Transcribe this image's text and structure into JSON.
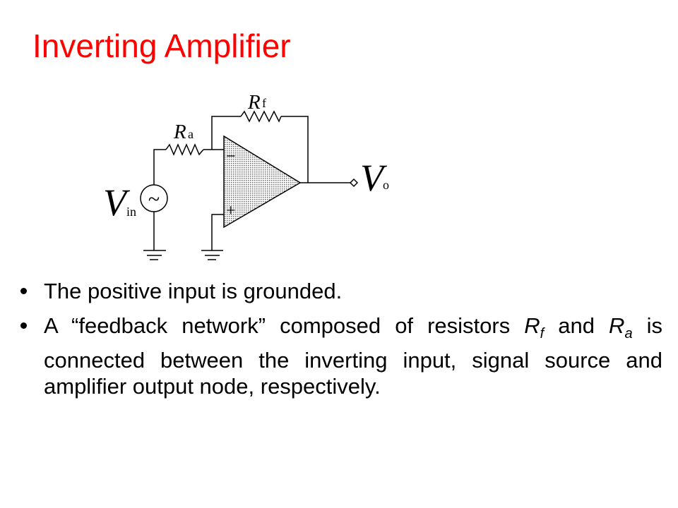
{
  "slide": {
    "title": "Inverting Amplifier",
    "title_color": "#ff0000"
  },
  "circuit": {
    "rf_main": "R",
    "rf_sub": "f",
    "ra_main": "R",
    "ra_sub": "a",
    "vin_main": "V",
    "vin_sub": "in",
    "vo_main": "V",
    "vo_sub": "o",
    "minus": "−",
    "plus": "+",
    "source_symbol": "~"
  },
  "bullets": {
    "b1": "The positive input is grounded.",
    "b2_part1": "A “feedback network” composed of  resistors ",
    "b2_r1": "R",
    "b2_r1_sub": "f",
    "b2_part2": " and ",
    "b2_r2": "R",
    "b2_r2_sub": "a",
    "b2_part3": " is connected between the inverting input, signal source and amplifier output node, respectively."
  }
}
